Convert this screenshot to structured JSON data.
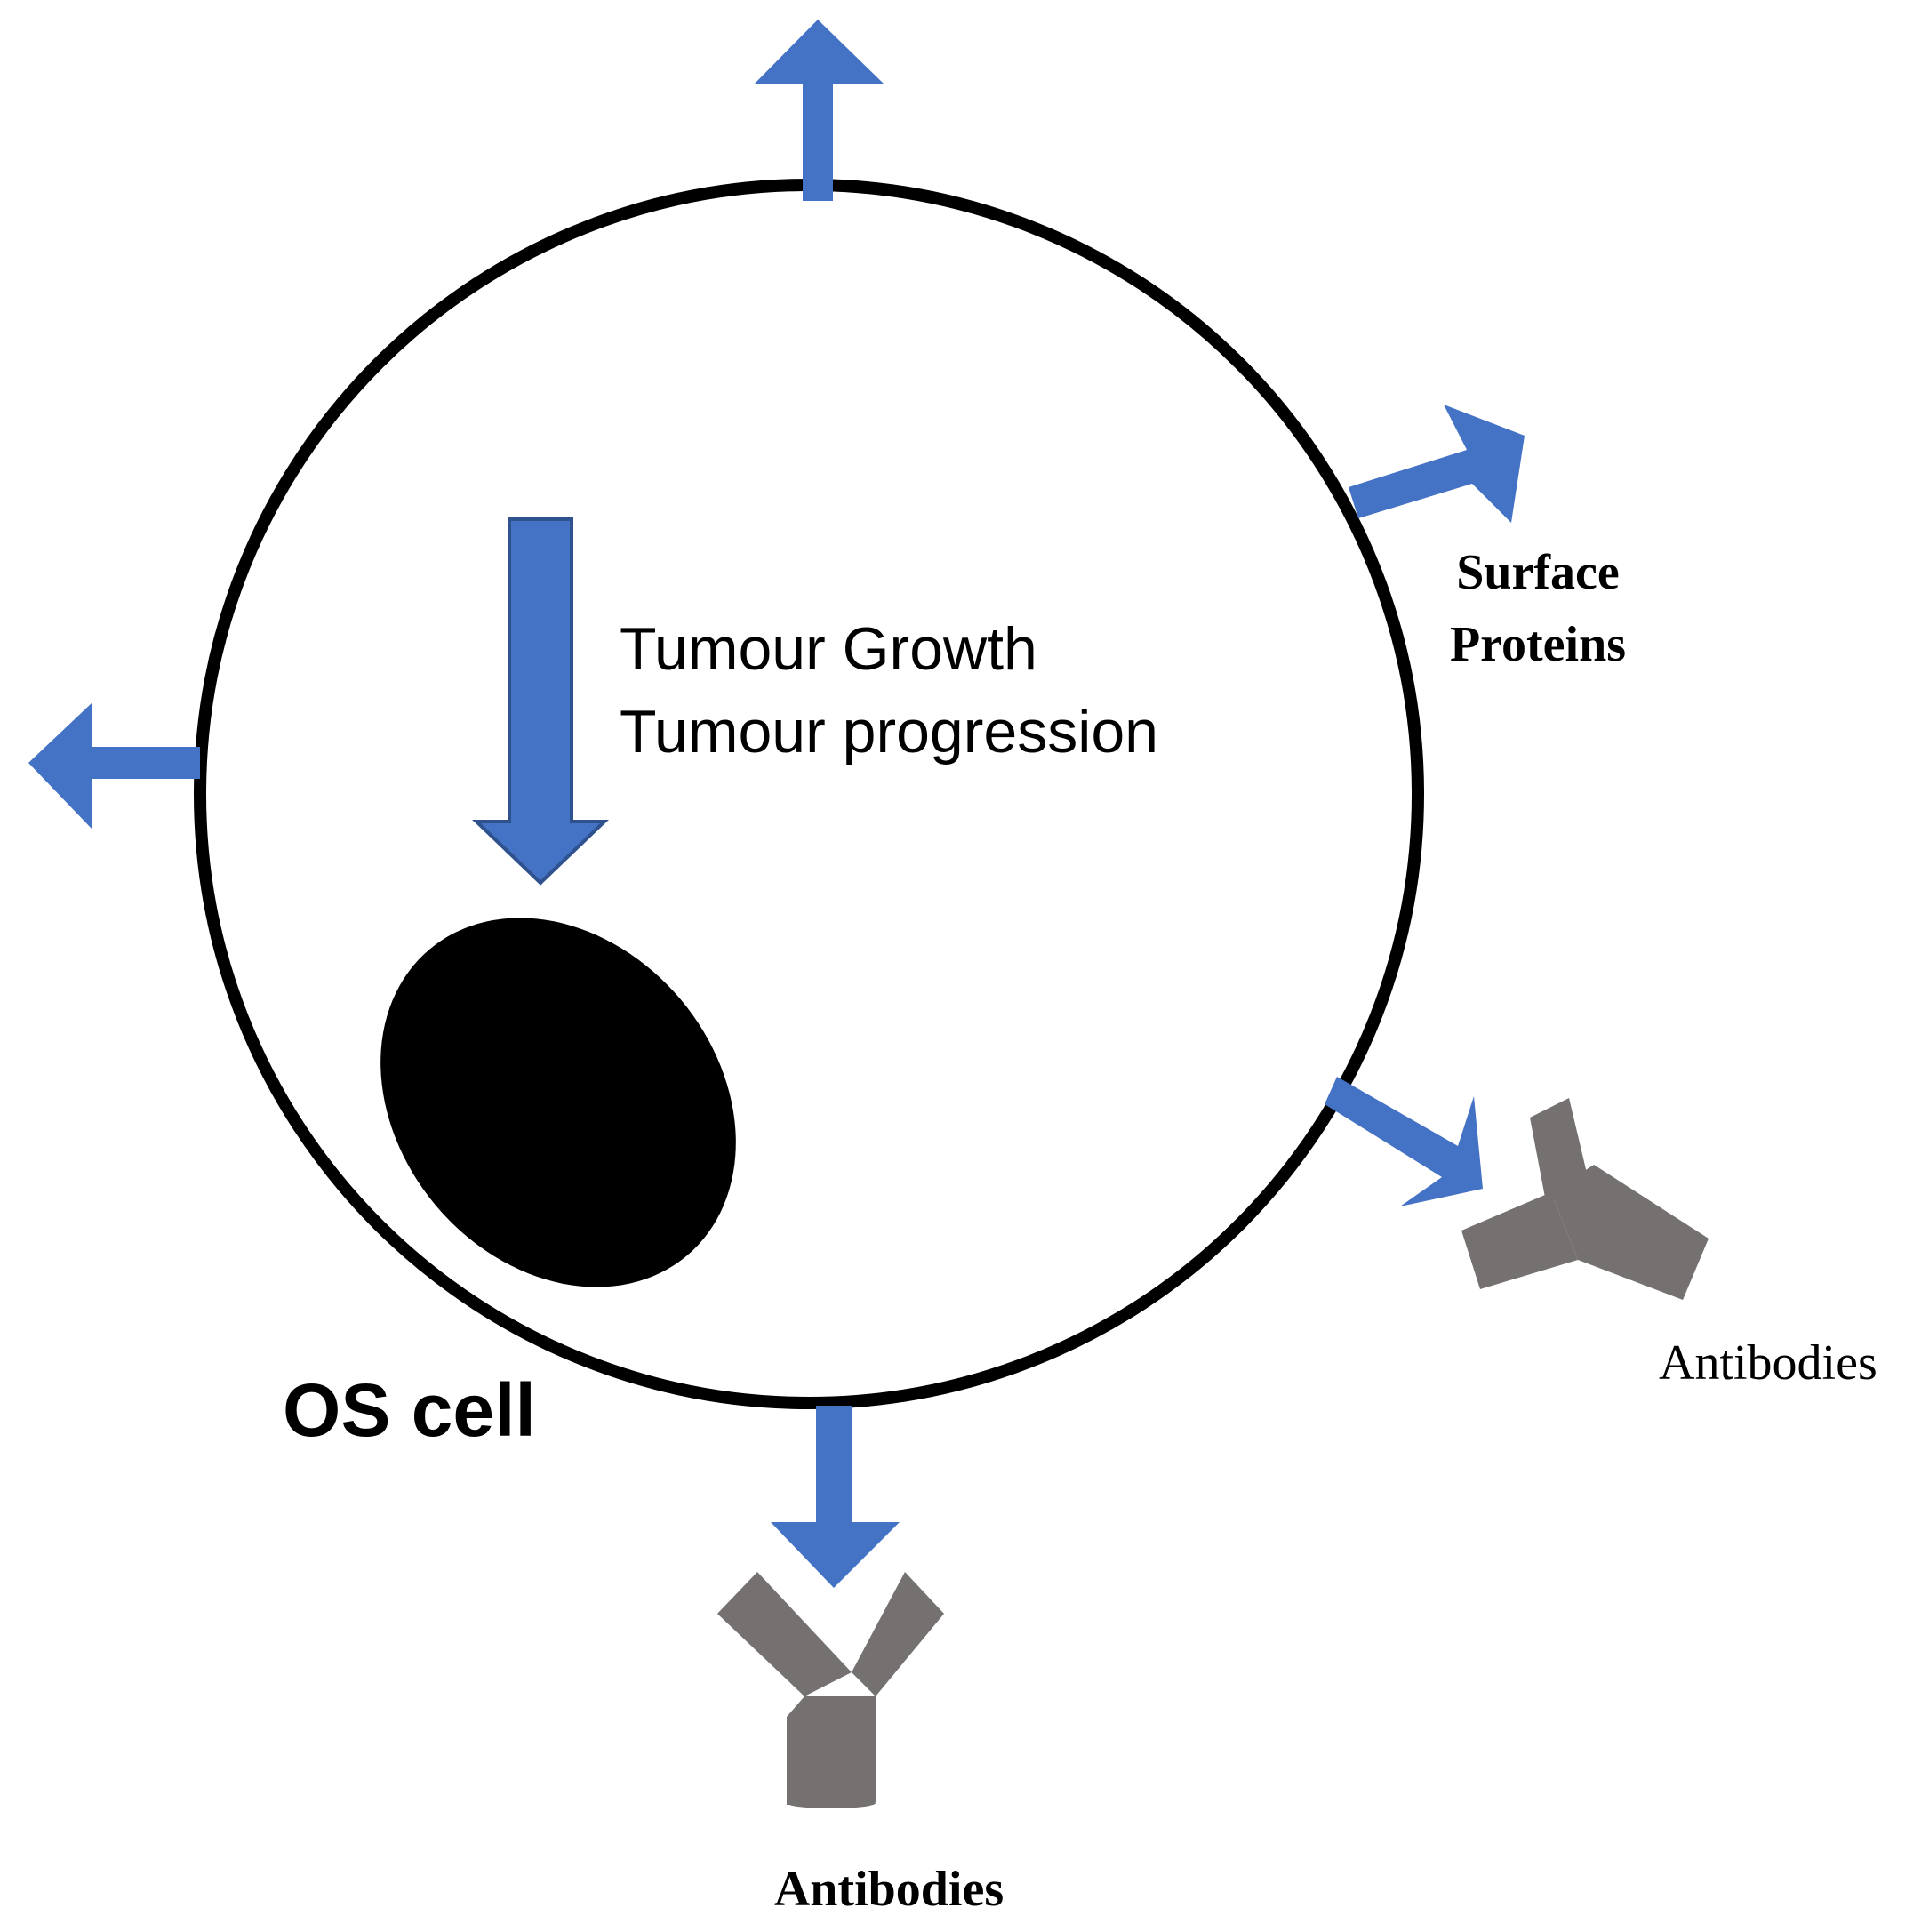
{
  "labels": {
    "effect_line1": "Tumour Growth",
    "effect_line2": "Tumour progression",
    "surface_line1": "Surface",
    "surface_line2": "Proteins",
    "cell_label": "OS cell",
    "antibodies_right": "Antibodies",
    "antibodies_bottom": "Antibodies"
  },
  "colors": {
    "arrow_blue": "#4472C4",
    "arrow_blue_dark": "#2F528F",
    "antibody_gray": "#767171",
    "cell_outline": "#000000",
    "nucleus": "#000000",
    "text": "#000000"
  }
}
